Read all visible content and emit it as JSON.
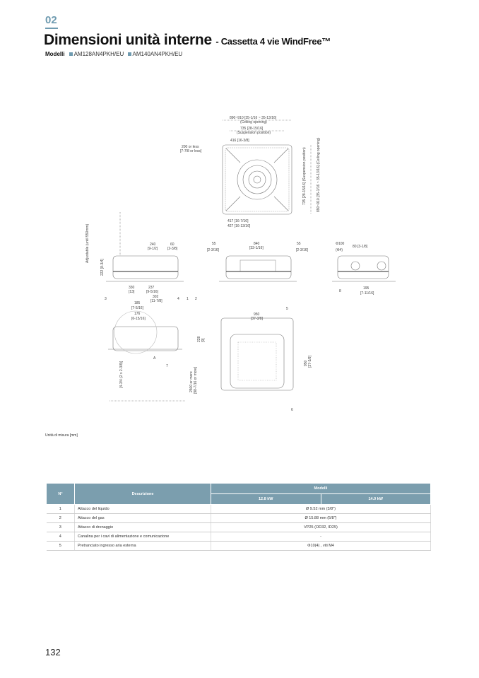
{
  "section_number": "02",
  "title": "Dimensioni unità interne",
  "subtitle": "- Cassetta 4 vie WindFree™",
  "models_label": "Modelli",
  "models": [
    "AM128AN4PKH/EU",
    "AM140AN4PKH/EU"
  ],
  "drawing": {
    "top": [
      "890~910 [35-1/16 ~ 35-13/16]",
      "(Ceiling opening)",
      "735 [28-15/16]",
      "(Suspension position)",
      "416 [16-3/8]",
      "200 or less",
      "[7-7/8 or less]",
      "417 [16-7/16]",
      "427 [16-13/16]",
      "735 [28-15/16] (Suspension position)",
      "890~910 [35-1/16 ~ 35-13/16] (Ceiling opening)"
    ],
    "side": [
      "240",
      "[9-1/2]",
      "60",
      "[2-3/8]",
      "330",
      "[13]",
      "237",
      "[9-5/16]",
      "302",
      "[11-7/8]",
      "185",
      "[7-5/16]",
      "222 [8-3/4]",
      "Adjustable (until 550mm)",
      "55",
      "[2-3/16]",
      "840",
      "[33-1/16]",
      "55",
      "[2-3/16]",
      "Φ100",
      "(Φ4)",
      "80 [3-1/8]",
      "195",
      "[7-11/16]",
      "3",
      "4",
      "1",
      "2",
      "8"
    ],
    "bottom": [
      "176",
      "[6-15/16]",
      "A",
      "228",
      "[9]",
      "950",
      "[37-3/8]",
      "950",
      "[37-3/8]",
      "5",
      "6",
      "7",
      "2500 or more",
      "[98-7/16 or more]",
      "[4-3/4 (2 x 2-3/8)]"
    ]
  },
  "unit_note": "Unità di misura [mm]",
  "table": {
    "headers": {
      "num": "N°",
      "desc": "Descrizione",
      "models": "Modelli",
      "cap1": "12.8 kW",
      "cap2": "14.0 kW"
    },
    "rows": [
      {
        "n": "1",
        "desc": "Attacco del liquido",
        "value": "Ø 9.52 mm (3/8\")"
      },
      {
        "n": "2",
        "desc": "Attacco del gas",
        "value": "Ø 15.88 mm (5/8\")"
      },
      {
        "n": "3",
        "desc": "Attacco di drenaggio",
        "value": "VP25 (OD32, ID25)"
      },
      {
        "n": "4",
        "desc": "Canalina per i cavi di alimentazione e comunicazione",
        "value": "-"
      },
      {
        "n": "5",
        "desc": "Pretranciato ingresso aria esterna",
        "value": "Φ10(4) , viti M4"
      }
    ]
  },
  "page_number": "132"
}
